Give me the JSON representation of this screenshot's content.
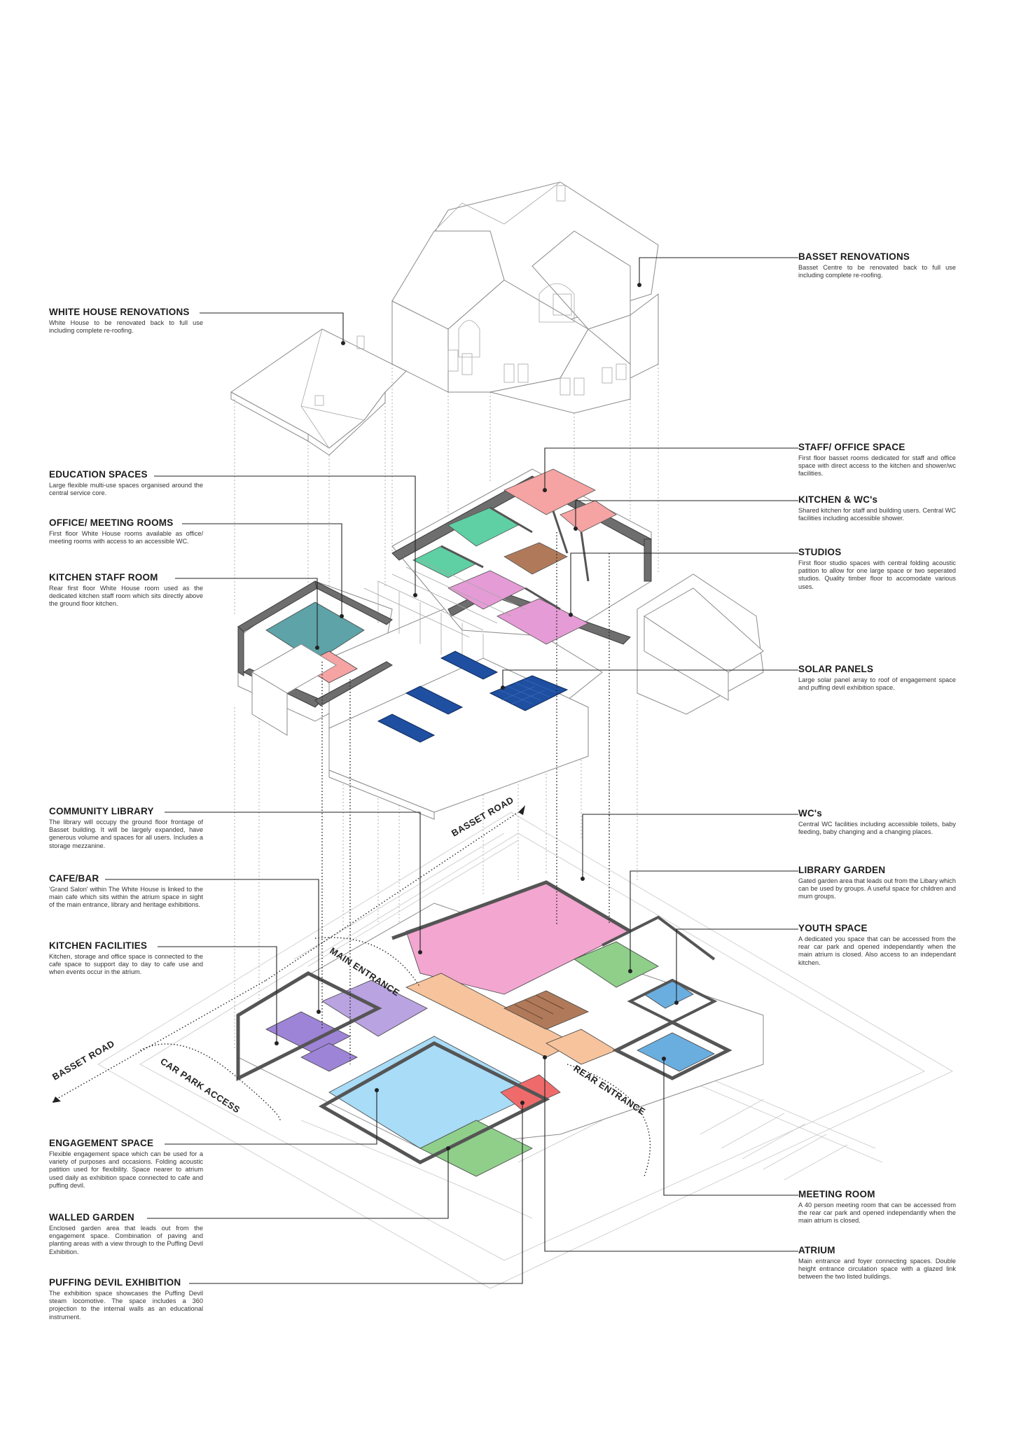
{
  "labels_left": [
    {
      "id": "white-house",
      "title": "WHITE HOUSE RENOVATIONS",
      "desc": "White House to be renovated back to full use including complete re-roofing."
    },
    {
      "id": "education",
      "title": "EDUCATION SPACES",
      "desc": "Large flexible multi-use spaces organised around the central service core."
    },
    {
      "id": "office-meeting",
      "title": "OFFICE/ MEETING ROOMS",
      "desc": "First floor White House rooms available as office/ meeting rooms with access to an accessible WC."
    },
    {
      "id": "kitchen-staff",
      "title": "KITCHEN STAFF ROOM",
      "desc": "Rear first floor White House room used as the dedicated kitchen staff room which sits directly above the ground floor kitchen."
    },
    {
      "id": "community-library",
      "title": "COMMUNITY LIBRARY",
      "desc": "The library will occupy the ground floor frontage of Basset building. It will be largely expanded, have generous volume and spaces for all users. Includes a storage mezzanine."
    },
    {
      "id": "cafe-bar",
      "title": "CAFE/BAR",
      "desc": "'Grand Salon' within The White House is linked to the main cafe which sits within the atrium space in sight of the main entrance, library and heritage exhibitions."
    },
    {
      "id": "kitchen-facilities",
      "title": "KITCHEN FACILITIES",
      "desc": "Kitchen, storage and office space is connected to the cafe space to support day to day to cafe use and when events occur in the atrium."
    },
    {
      "id": "engagement",
      "title": "ENGAGEMENT SPACE",
      "desc": "Flexible engagement space which can be used for a variety of purposes and occasions. Folding acoustic patition used for flexibility. Space nearer to atrium used daily as exhibition space connected to cafe and puffing devil."
    },
    {
      "id": "walled-garden",
      "title": "WALLED GARDEN",
      "desc": "Enclosed garden area that leads out from the engagement space. Combination of paving and planting areas with a view through to the Puffing Devil Exhibition."
    },
    {
      "id": "puffing-devil",
      "title": "PUFFING DEVIL EXHIBITION",
      "desc": "The exhibition space showcases the Puffing Devil steam locomotive. The space includes a 360 projection to the internal walls as an educational instrument."
    }
  ],
  "labels_right": [
    {
      "id": "basset-renovations",
      "title": "BASSET RENOVATIONS",
      "desc": "Basset Centre to be renovated back to full use including complete re-roofing."
    },
    {
      "id": "staff-office",
      "title": "STAFF/ OFFICE SPACE",
      "desc": "First floor basset rooms dedicated for staff and office space with direct access to the kitchen and shower/wc facilities."
    },
    {
      "id": "kitchen-wcs",
      "title": "KITCHEN & WC's",
      "desc": "Shared kitchen for staff and building users. Central WC facilities including accessible shower."
    },
    {
      "id": "studios",
      "title": "STUDIOS",
      "desc": "First floor studio spaces with central folding acoustic patition to allow for one large space or two seperated studios. Quality timber floor to accomodate various uses."
    },
    {
      "id": "solar-panels",
      "title": "SOLAR PANELS",
      "desc": "Large solar panel array to roof of engagement space and puffing devil exhibition space."
    },
    {
      "id": "wcs",
      "title": "WC's",
      "desc": "Central WC facilities including accessible toilets, baby feeding, baby changing and a changing places."
    },
    {
      "id": "library-garden",
      "title": "LIBRARY GARDEN",
      "desc": "Gated garden area that leads out from the Libary which can be used by groups. A useful space for children and mum groups."
    },
    {
      "id": "youth-space",
      "title": "YOUTH SPACE",
      "desc": "A dedicated you space that can be accessed from the rear car park and opened independantly when the main atrium is closed. Also access to an independant kitchen."
    },
    {
      "id": "meeting-room",
      "title": "MEETING ROOM",
      "desc": "A 40 person meeting room that can be accessed from the rear car park and opened independantly when the main atrium is closed."
    },
    {
      "id": "atrium",
      "title": "ATRIUM",
      "desc": "Main entrance and foyer connecting spaces. Double height entrance circulation space with a glazed link between the two listed buildings."
    }
  ],
  "site_labels": {
    "basset_road_top": "BASSET ROAD",
    "basset_road_left": "BASSET ROAD",
    "main_entrance": "MAIN ENTRANCE",
    "rear_entrance": "REAR ENTRANCE",
    "car_park_access": "CAR PARK ACCESS"
  },
  "colors": {
    "pink": "#f0a2cc",
    "library_pink": "#f2a6d0",
    "green": "#8fcf8a",
    "teal_green": "#5fd0a4",
    "salmon": "#f5a3a3",
    "blue": "#6aaee0",
    "sky_blue": "#a8dcf7",
    "purple": "#b9a3e0",
    "orange": "#f6c39c",
    "red": "#ef6b6b",
    "timber": "#b07a5a",
    "teal": "#5ea3a8",
    "solar": "#1f4fa0"
  }
}
